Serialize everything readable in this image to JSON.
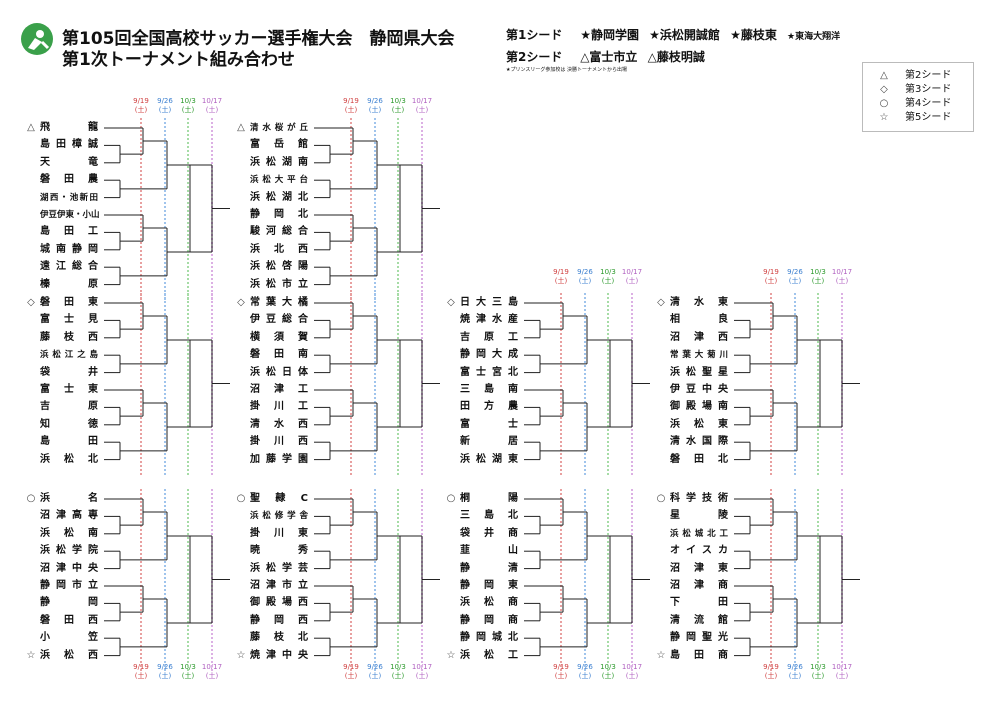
{
  "title_line1": "第105回全国高校サッカー選手権大会　静岡県大会",
  "title_line2": "第1次トーナメント組み合わせ",
  "seeds": {
    "first_label": "第1シード",
    "first": [
      "★静岡学園",
      "★浜松開誠館",
      "★藤枝東",
      "★東海大翔洋"
    ],
    "second_label": "第2シード",
    "second": [
      "△富士市立",
      "△藤枝明誠"
    ],
    "note": "★プリンスリーグ参加校は 決勝トーナメントから出場"
  },
  "legend": [
    {
      "symbol": "△",
      "label": "第2シード"
    },
    {
      "symbol": "◇",
      "label": "第3シード"
    },
    {
      "symbol": "○",
      "label": "第4シード"
    },
    {
      "symbol": "☆",
      "label": "第5シード"
    }
  ],
  "rounds": [
    {
      "date": "9/19",
      "day": "(土)",
      "color": "#e8a0a0"
    },
    {
      "date": "9/26",
      "day": "(土)",
      "color": "#a0c4ec"
    },
    {
      "date": "10/3",
      "day": "(土)",
      "color": "#a6dca6"
    },
    {
      "date": "10/17",
      "day": "(土)",
      "color": "#dcb0e4"
    }
  ],
  "brackets": [
    {
      "teams": [
        {
          "mark": "△",
          "name": "飛龍"
        },
        {
          "mark": "",
          "name": "島田樟誠"
        },
        {
          "mark": "",
          "name": "天竜"
        },
        {
          "mark": "",
          "name": "磐田農"
        },
        {
          "mark": "",
          "name": "湖西・池新田"
        },
        {
          "mark": "",
          "name": "伊豆伊東・小山"
        },
        {
          "mark": "",
          "name": "島田工"
        },
        {
          "mark": "",
          "name": "城南静岡"
        },
        {
          "mark": "",
          "name": "遠江総合"
        },
        {
          "mark": "",
          "name": "榛原"
        }
      ]
    },
    {
      "teams": [
        {
          "mark": "△",
          "name": "清水桜が丘"
        },
        {
          "mark": "",
          "name": "富岳館"
        },
        {
          "mark": "",
          "name": "浜松湖南"
        },
        {
          "mark": "",
          "name": "浜松大平台"
        },
        {
          "mark": "",
          "name": "浜松湖北"
        },
        {
          "mark": "",
          "name": "静岡北"
        },
        {
          "mark": "",
          "name": "駿河総合"
        },
        {
          "mark": "",
          "name": "浜北西"
        },
        {
          "mark": "",
          "name": "浜松啓陽"
        },
        {
          "mark": "",
          "name": "浜松市立"
        }
      ]
    },
    {
      "teams": [
        {
          "mark": "◇",
          "name": "磐田東"
        },
        {
          "mark": "",
          "name": "富士見"
        },
        {
          "mark": "",
          "name": "藤枝西"
        },
        {
          "mark": "",
          "name": "浜松江之島"
        },
        {
          "mark": "",
          "name": "袋井"
        },
        {
          "mark": "",
          "name": "富士東"
        },
        {
          "mark": "",
          "name": "吉原"
        },
        {
          "mark": "",
          "name": "知徳"
        },
        {
          "mark": "",
          "name": "島田"
        },
        {
          "mark": "",
          "name": "浜松北"
        }
      ]
    },
    {
      "teams": [
        {
          "mark": "◇",
          "name": "常葉大橘"
        },
        {
          "mark": "",
          "name": "伊豆総合"
        },
        {
          "mark": "",
          "name": "横須賀"
        },
        {
          "mark": "",
          "name": "磐田南"
        },
        {
          "mark": "",
          "name": "浜松日体"
        },
        {
          "mark": "",
          "name": "沼津工"
        },
        {
          "mark": "",
          "name": "掛川工"
        },
        {
          "mark": "",
          "name": "清水西"
        },
        {
          "mark": "",
          "name": "掛川西"
        },
        {
          "mark": "",
          "name": "加藤学園"
        }
      ]
    },
    {
      "teams": [
        {
          "mark": "◇",
          "name": "日大三島"
        },
        {
          "mark": "",
          "name": "焼津水産"
        },
        {
          "mark": "",
          "name": "吉原工"
        },
        {
          "mark": "",
          "name": "静岡大成"
        },
        {
          "mark": "",
          "name": "富士宮北"
        },
        {
          "mark": "",
          "name": "三島南"
        },
        {
          "mark": "",
          "name": "田方農"
        },
        {
          "mark": "",
          "name": "富士"
        },
        {
          "mark": "",
          "name": "新居"
        },
        {
          "mark": "",
          "name": "浜松湖東"
        }
      ]
    },
    {
      "teams": [
        {
          "mark": "◇",
          "name": "清水東"
        },
        {
          "mark": "",
          "name": "相良"
        },
        {
          "mark": "",
          "name": "沼津西"
        },
        {
          "mark": "",
          "name": "常葉大菊川"
        },
        {
          "mark": "",
          "name": "浜松聖星"
        },
        {
          "mark": "",
          "name": "伊豆中央"
        },
        {
          "mark": "",
          "name": "御殿場南"
        },
        {
          "mark": "",
          "name": "浜松東"
        },
        {
          "mark": "",
          "name": "清水国際"
        },
        {
          "mark": "",
          "name": "磐田北"
        }
      ]
    },
    {
      "teams": [
        {
          "mark": "○",
          "name": "浜名"
        },
        {
          "mark": "",
          "name": "沼津高専"
        },
        {
          "mark": "",
          "name": "浜松南"
        },
        {
          "mark": "",
          "name": "浜松学院"
        },
        {
          "mark": "",
          "name": "沼津中央"
        },
        {
          "mark": "",
          "name": "静岡市立"
        },
        {
          "mark": "",
          "name": "静岡"
        },
        {
          "mark": "",
          "name": "磐田西"
        },
        {
          "mark": "",
          "name": "小笠"
        },
        {
          "mark": "☆",
          "name": "浜松西"
        }
      ]
    },
    {
      "teams": [
        {
          "mark": "○",
          "name": "聖隷C"
        },
        {
          "mark": "",
          "name": "浜松修学舎"
        },
        {
          "mark": "",
          "name": "掛川東"
        },
        {
          "mark": "",
          "name": "暁秀"
        },
        {
          "mark": "",
          "name": "浜松学芸"
        },
        {
          "mark": "",
          "name": "沼津市立"
        },
        {
          "mark": "",
          "name": "御殿場西"
        },
        {
          "mark": "",
          "name": "静岡西"
        },
        {
          "mark": "",
          "name": "藤枝北"
        },
        {
          "mark": "☆",
          "name": "焼津中央"
        }
      ]
    },
    {
      "teams": [
        {
          "mark": "○",
          "name": "桐陽"
        },
        {
          "mark": "",
          "name": "三島北"
        },
        {
          "mark": "",
          "name": "袋井商"
        },
        {
          "mark": "",
          "name": "韮山"
        },
        {
          "mark": "",
          "name": "静清"
        },
        {
          "mark": "",
          "name": "静岡東"
        },
        {
          "mark": "",
          "name": "浜松商"
        },
        {
          "mark": "",
          "name": "静岡商"
        },
        {
          "mark": "",
          "name": "静岡城北"
        },
        {
          "mark": "☆",
          "name": "浜松工"
        }
      ]
    },
    {
      "teams": [
        {
          "mark": "○",
          "name": "科学技術"
        },
        {
          "mark": "",
          "name": "星陵"
        },
        {
          "mark": "",
          "name": "浜松城北工"
        },
        {
          "mark": "",
          "name": "オイスカ"
        },
        {
          "mark": "",
          "name": "沼津東"
        },
        {
          "mark": "",
          "name": "沼津商"
        },
        {
          "mark": "",
          "name": "下田"
        },
        {
          "mark": "",
          "name": "清流館"
        },
        {
          "mark": "",
          "name": "静岡聖光"
        },
        {
          "mark": "☆",
          "name": "島田商"
        }
      ]
    }
  ]
}
